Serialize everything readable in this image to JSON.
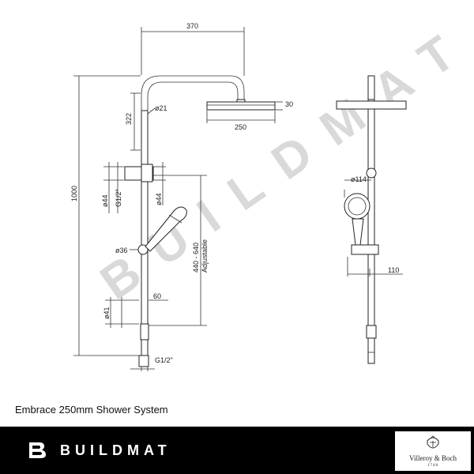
{
  "watermark": "BUILDMAT",
  "caption": "Embrace 250mm Shower System",
  "brand": {
    "name": "BUILDMAT",
    "logo_icon": "buildmat-logo-icon"
  },
  "partner": {
    "name": "Villeroy & Boch",
    "year": "1748",
    "emblem_icon": "villeroy-boch-emblem-icon"
  },
  "front_view": {
    "overall_width": "370",
    "overall_height": "1000",
    "head_drop": "322",
    "arm_diameter": "ø21",
    "head_thickness": "30",
    "head_width": "250",
    "bracket_diameter_left": "ø44",
    "bracket_thread": "G1/2\"",
    "bracket_diameter_right": "ø44",
    "slider_diameter": "ø36",
    "adjust_range": "440 - 640",
    "adjust_label": "Adjustable",
    "outlet_offset": "60",
    "mixer_diameter": "ø41",
    "inlet_thread": "G1/2\""
  },
  "side_view": {
    "handshower_diameter": "ø114",
    "wall_projection": "110"
  }
}
